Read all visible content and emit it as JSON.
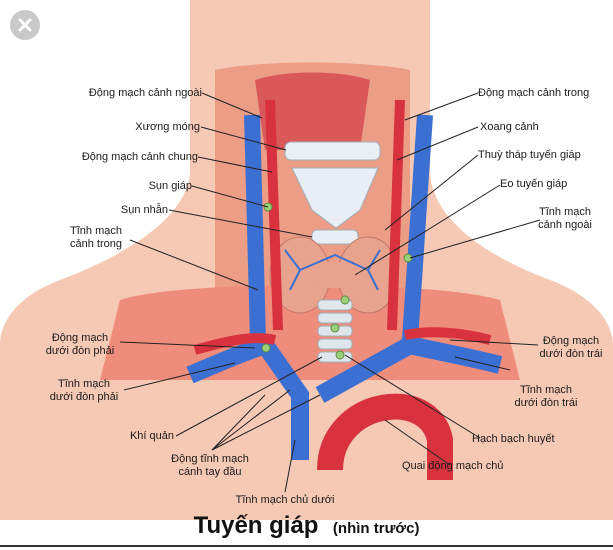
{
  "title": "Tuyến giáp",
  "subtitle": "(nhìn trước)",
  "labels": {
    "external_carotid_artery": "Động mạch cảnh ngoài",
    "hyoid_bone": "Xương móng",
    "common_carotid_artery": "Động mạch cảnh chung",
    "thyroid_cartilage": "Sụn giáp",
    "cricoid_cartilage": "Sụn nhẫn",
    "internal_jugular_vein": "Tĩnh mạch\ncảnh trong",
    "right_subclavian_artery": "Động mạch\ndưới đòn phải",
    "right_subclavian_vein": "Tĩnh mạch\ndưới đòn phải",
    "trachea": "Khí quản",
    "brachiocephalic_vessels": "Động tĩnh mạch\ncánh tay đầu",
    "inferior_vena_cava": "Tĩnh mạch chủ dưới",
    "internal_carotid_artery": "Động mạch cảnh trong",
    "carotid_sinus": "Xoang cảnh",
    "pyramidal_lobe": "Thuỳ tháp tuyến giáp",
    "thyroid_isthmus": "Eo tuyến giáp",
    "external_jugular_vein": "Tĩnh mạch\ncảnh ngoài",
    "left_subclavian_artery": "Động mạch\ndưới đòn trái",
    "left_subclavian_vein": "Tĩnh mạch\ndưới đòn trái",
    "lymph_node": "Hạch bạch huyết",
    "aortic_arch": "Quai động mạch chủ"
  },
  "colors": {
    "skin": "#f6c9b5",
    "vein": "#3b6fd1",
    "artery": "#d8323f",
    "gland": "#e7a38d",
    "cartilage": "#e8eef3"
  },
  "icons": {
    "close": "close-icon"
  }
}
